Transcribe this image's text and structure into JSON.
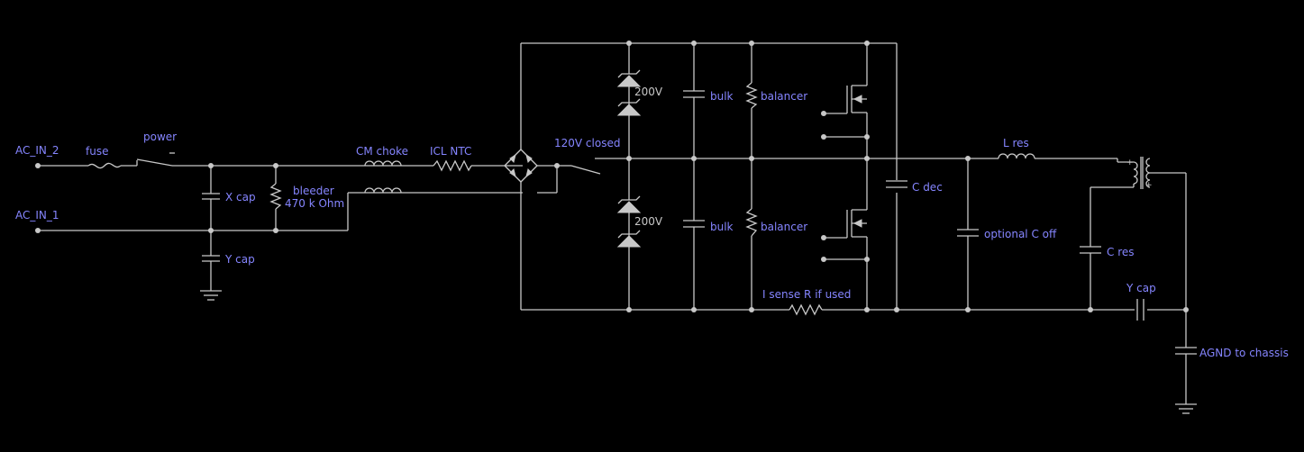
{
  "labels": {
    "ac_in_2": "AC_IN_2",
    "ac_in_1": "AC_IN_1",
    "fuse": "fuse",
    "power": "power",
    "x_cap": "X cap",
    "y_cap_input": "Y cap",
    "bleeder": "bleeder",
    "bleeder_value": "470 k Ohm",
    "cm_choke": "CM choke",
    "icl_ntc": "ICL NTC",
    "switch_120v": "120V closed",
    "zener_top": "200V",
    "zener_bottom": "200V",
    "bulk_top": "bulk",
    "bulk_bottom": "bulk",
    "balancer_top": "balancer",
    "balancer_bottom": "balancer",
    "i_sense": "I sense R if used",
    "c_dec": "C dec",
    "l_res": "L res",
    "optional_c_off": "optional C off",
    "c_res": "C res",
    "y_cap_output": "Y cap",
    "agnd": "AGND to chassis"
  },
  "colors": {
    "background": "#000000",
    "wire": "#c8c8c8",
    "label": "#8585ff"
  }
}
